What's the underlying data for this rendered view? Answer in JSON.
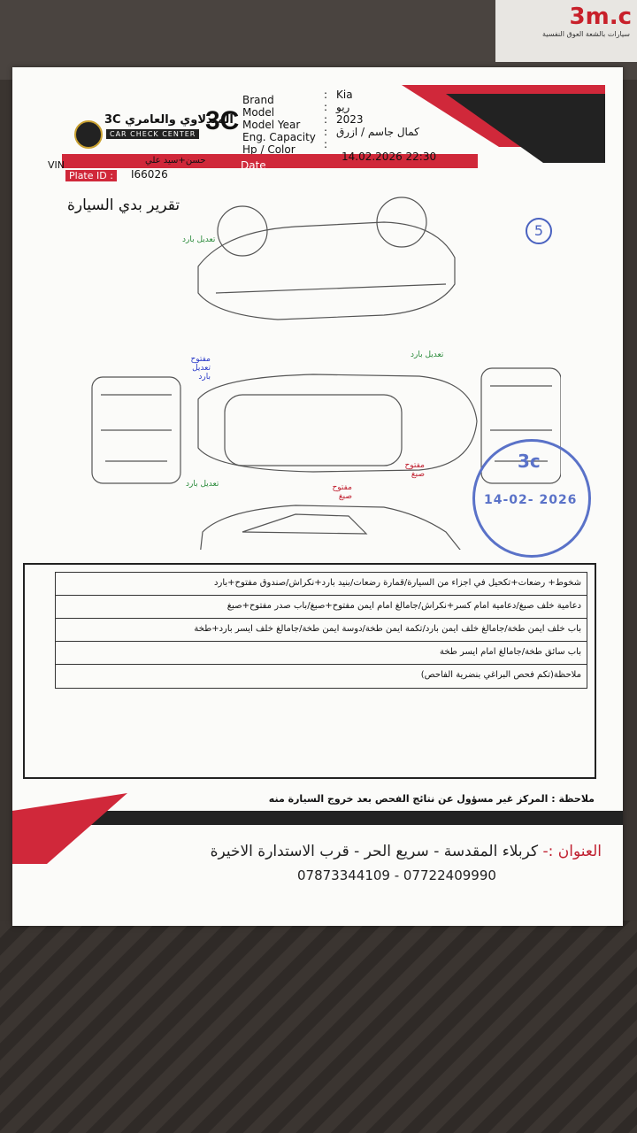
{
  "corner": {
    "brand": "3m.c",
    "tagline": "سيارات بالشعة العوق النفسية"
  },
  "logo": {
    "arabic": "المندلاوي والعامري 3C",
    "english": "CAR CHECK CENTER",
    "mark": "3C"
  },
  "fields": {
    "brand_label": "Brand",
    "brand_value": "Kia",
    "model_label": "Model",
    "model_value": "ريو",
    "year_label": "Model Year",
    "year_value": "2023",
    "capacity_label": "Eng. Capacity",
    "capacity_value": "",
    "color_label": "Hp / Color",
    "color_value": "كمال جاسم / ازرق",
    "vin_label": "VIN",
    "owner": "حسن+سيد علي",
    "plate_label": "Plate ID :",
    "plate_value": "I66026",
    "date_label": "Date",
    "date_value": "14.02.2026 22:30"
  },
  "report_title": "تقرير بدي السيارة",
  "page_number": "5",
  "stamp": {
    "logo": "3c",
    "date": "14-02- 2026"
  },
  "notes": {
    "n1": "تعديل بارد",
    "n2": "تعديل بارد",
    "n3": "مفتوح تعديل بارد",
    "n4": "تعديل بارد",
    "n5": "مفتوح صبغ",
    "n6": "مفتوح صبغ"
  },
  "table": {
    "rows": [
      "شخوط+ رضعات+تكحيل في اجزاء من السيارة/قمارة رضعات/بنيد بارد+نكراش/صندوق مفتوح+بارد",
      "دعامية خلف صبغ/دعامية امام كسر+نكراش/جامالغ امام ايمن مفتوح+صبغ/باب صدر مفتوح+صبغ",
      "باب خلف ايمن طخة/جامالغ خلف ايمن بارد/تكمة ايمن طخة/دوسة ايمن طخة/جامالغ خلف ايسر بارد+طخة",
      "باب سائق طخة/جامالغ امام ايسر طخة",
      "ملاحظة(تكم فحص البراغي بنضرية الفاحص)"
    ]
  },
  "disclaimer": "ملاحظة : المركز غير مسؤول عن نتائج الفحص بعد خروج السيارة منه",
  "address_label": "العنوان :-",
  "address": "كربلاء المقدسة - سريع الحر - قرب الاستدارة الاخيرة",
  "phones": "07873344109 - 07722409990"
}
